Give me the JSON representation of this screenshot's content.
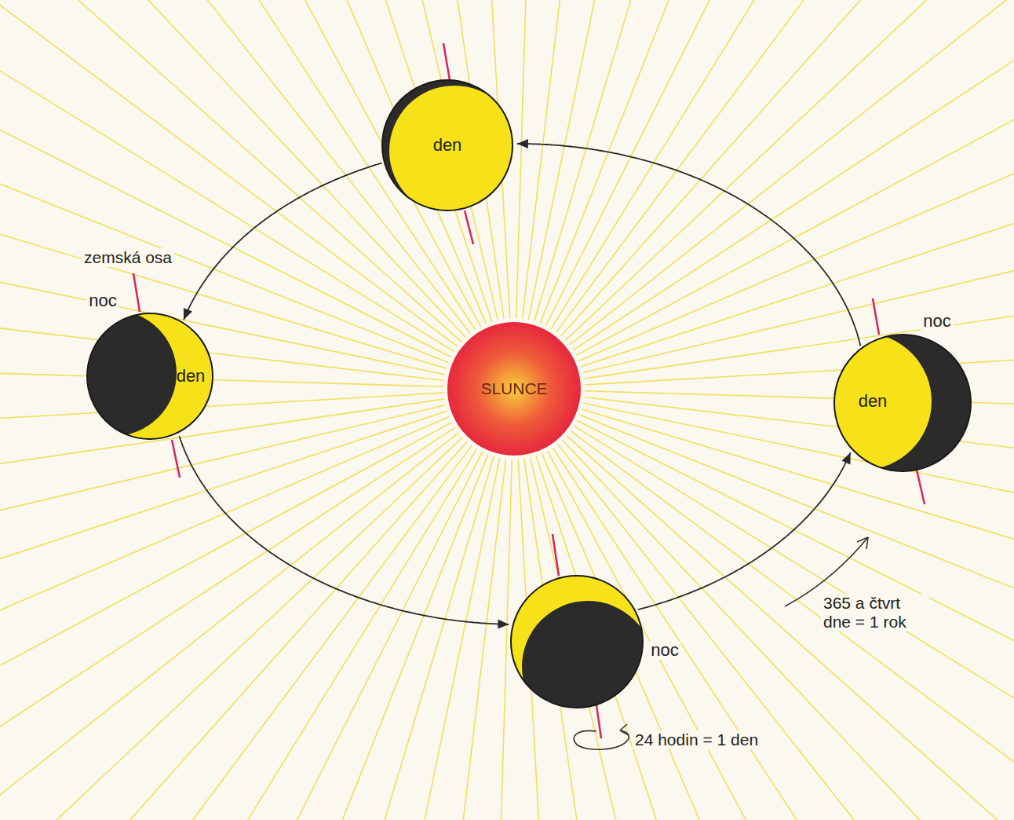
{
  "diagram": {
    "nodes": [
      {
        "text": [
          "den"
        ]
      },
      {
        "text": [
          "noc",
          "den"
        ]
      },
      {
        "text": [
          "SLUNCE"
        ]
      },
      {
        "text": [
          "noc",
          "den"
        ]
      },
      {
        "text": [
          "noc"
        ]
      }
    ],
    "edges": [
      {
        "from": 0,
        "to": 1,
        "arrow": "to"
      },
      {
        "from": 1,
        "to": 4,
        "arrow": "to"
      },
      {
        "from": 4,
        "to": 3,
        "arrow": "to"
      },
      {
        "from": 3,
        "to": 0,
        "arrow": "to"
      }
    ],
    "labels": [
      "zemská osa",
      "365 a čtvrt dne = 1 rok",
      "24 hodin = 1 den"
    ]
  }
}
